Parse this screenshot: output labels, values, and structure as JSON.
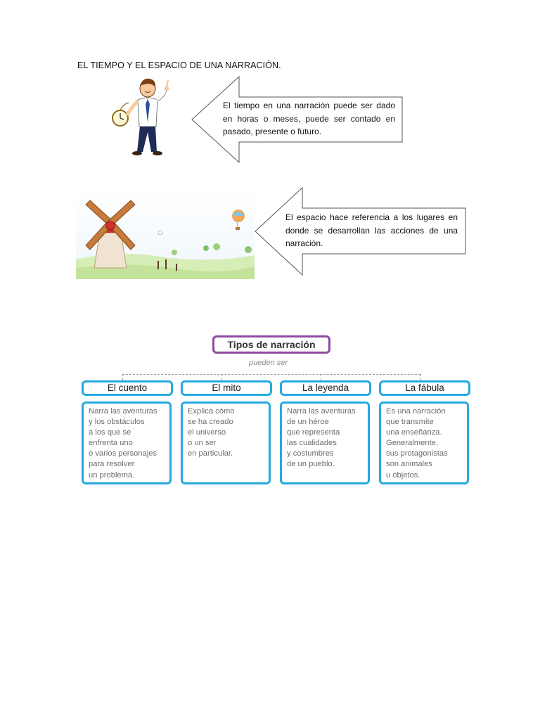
{
  "document": {
    "title": "EL TIEMPO Y EL ESPACIO DE UNA NARRACIÓN."
  },
  "callouts": [
    {
      "text": "El tiempo en una narración puede ser dado en horas o meses, puede ser contado en pasado, presente o futuro."
    },
    {
      "text": "El espacio hace referencia a los lugares en donde se desarrollan las acciones de una narración."
    }
  ],
  "concept_map": {
    "title": "Tipos de narración",
    "connector": "pueden ser",
    "types": [
      {
        "name": "El cuento",
        "description": "Narra las aventuras\ny los obstáculos\na los que se\nenfrenta uno\no varios personajes\npara resolver\nun problema."
      },
      {
        "name": "El mito",
        "description": "Explica cómo\nse ha creado\nel universo\no un ser\nen particular."
      },
      {
        "name": "La leyenda",
        "description": "Narra las aventuras\nde un héroe\nque representa\nlas cualidades\ny costumbres\nde un pueblo."
      },
      {
        "name": "La fábula",
        "description": "Es una narración\nque transmite\nuna enseñanza.\nGeneralmente,\nsus protagonistas\nson animales\nu objetos."
      }
    ]
  },
  "colors": {
    "accent_purple": "#8e4aa0",
    "accent_blue": "#26a9e0"
  },
  "icons": [
    "businessman-clock-illustration",
    "windmill-landscape-illustration"
  ]
}
